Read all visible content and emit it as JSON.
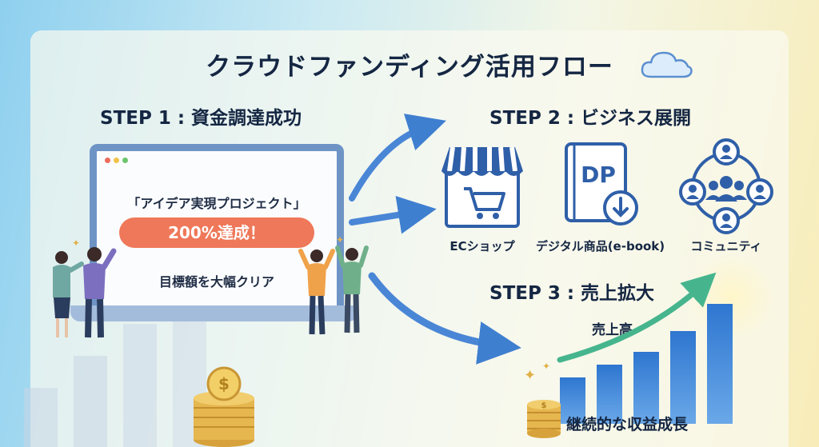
{
  "title": "クラウドファンディング活用フロー",
  "step1": {
    "title": "STEP 1 : 資金調達成功",
    "project_name": "「アイデア実現プロジェクト」",
    "badge": "200%達成！",
    "goal_text": "目標額を大幅クリア"
  },
  "step2": {
    "title": "STEP 2 : ビジネス展開",
    "items": [
      {
        "label": "ECショップ",
        "icon": "shop-cart-icon"
      },
      {
        "label": "デジタル商品(e-book)",
        "icon": "ebook-icon",
        "icon_text": "DP"
      },
      {
        "label": "コミュニティ",
        "icon": "community-icon"
      }
    ]
  },
  "step3": {
    "title": "STEP 3 : 売上拡大",
    "chart_label": "売上高",
    "footer": "継続的な収益成長"
  },
  "colors": {
    "navy": "#142642",
    "blue": "#2f6fc0",
    "coral": "#ee7859",
    "gold": "#e0b14a"
  }
}
